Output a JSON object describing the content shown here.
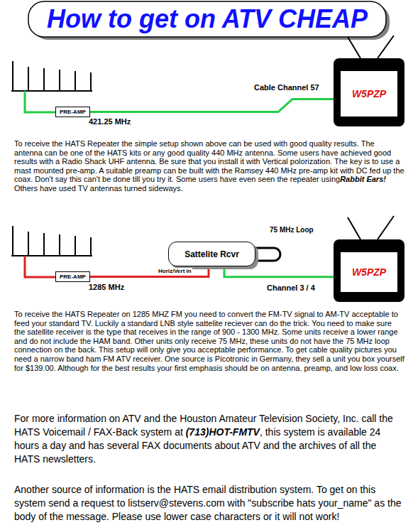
{
  "diagram": {
    "title": "How to get on ATV CHEAP",
    "nodes": [
      {
        "text": [
          "PRE-AMP"
        ]
      },
      {
        "text": [
          "W5PZP"
        ]
      },
      {
        "text": [
          "PRE-AMP"
        ]
      },
      {
        "text": [
          "Sattelite Rcvr"
        ]
      },
      {
        "text": [
          "W5PZP"
        ]
      }
    ],
    "edges": [
      {
        "from": 0,
        "to": 1,
        "arrow": "none",
        "label": "Cable Channel 57"
      },
      {
        "from": 2,
        "to": 3,
        "arrow": "none",
        "label": "Horiz/Vert in"
      },
      {
        "from": 3,
        "to": 4,
        "arrow": "none",
        "label": "Channel 3 / 4"
      }
    ],
    "labels": [
      "421.25 MHz",
      "To receive the HATS Repeater the simple setup shown above can be used with good quality results. The antenna can be one of the HATS kits or any good quality 440 MHz antenna. Some users have achieved good results with a Radio Shack UHF antenna. Be sure that you install it with Vertical polorization. The key is to use a mast mounted pre-amp. A suitable preamp can be built with the Ramsey 440 MHz pre-amp kit with DC fed up the coax. Don't say this can't be done till you try it. Some users have even seen the repeater using",
      "Rabbit Ears!",
      " Others have used TV antennas turned sideways.",
      "75 MHz Loop",
      "1285 MHz",
      "To receive the HATS Repeater on 1285 MHZ FM you need to convert the FM-TV signal to AM-TV acceptable to feed your standard TV. Luckily a standard LNB style sattelite reciever can do the trick. You need to make sure the satellite receiver is the type that receives in the range of 900 - 1300 MHz. Some units receive a lower range and do not include the HAM band. Other units only receive 75 MHz, these units do not have the 75 MHz loop connection on the back. This setup will only give you acceptable performance. To get cable quality pictures you need a narrow band ham FM ATV receiver. One source is Picotronic in Germany, they sell a unit you box yourself for $139.00. Although for the best results your first emphasis should be on antenna. preamp, and low loss coax.",
      "For more information on ATV and the Houston Amateur Television Society, Inc. call the HATS Voicemail / FAX-Back system at ",
      "(713)HOT-FMTV",
      ", this system is available 24 hours a day and has several FAX documents about ATV and the archives of all the HATS newsletters.",
      "Another source of information is the HATS email distribution system. To get on this system send a request to listserv@stevens.com with \"subscribe hats your_name\" as the body of the message. Please use lower case characters or it will not work!"
    ]
  }
}
